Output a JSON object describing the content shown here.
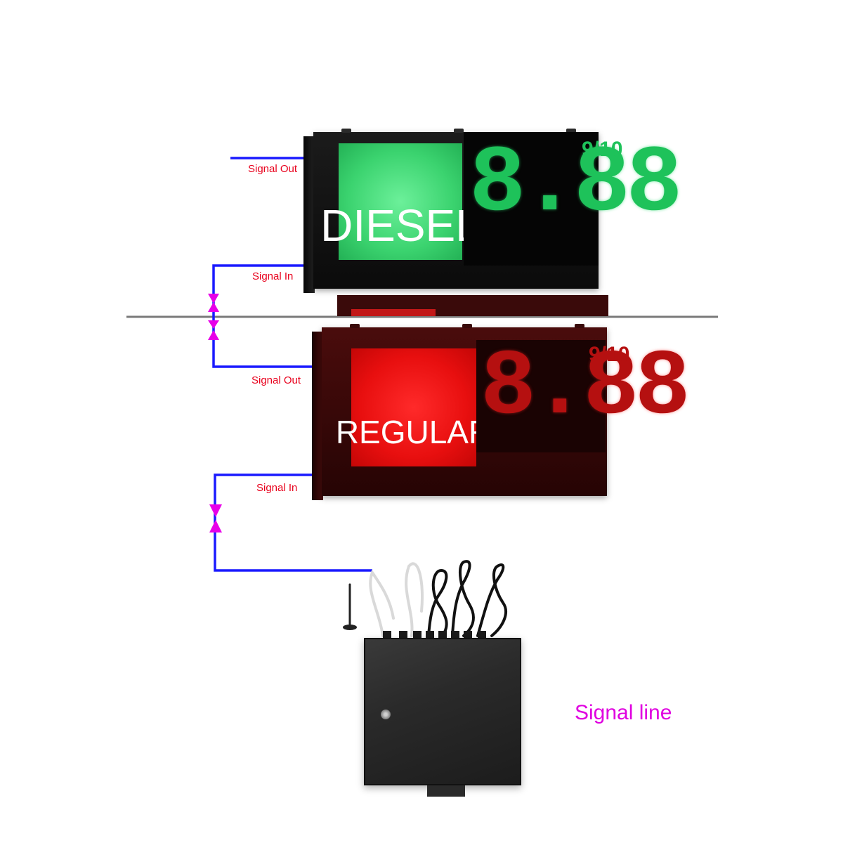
{
  "signs": {
    "diesel": {
      "label": "DIESEL",
      "price_digits": "8.88",
      "fraction": "9/10",
      "color": "#3bd36f"
    },
    "regular": {
      "label": "REGULAR",
      "price_digits": "8.88",
      "fraction": "9/10",
      "color": "#e80f0f"
    }
  },
  "connections": {
    "diesel_out": "Signal Out",
    "diesel_in": "Signal In",
    "regular_out": "Signal Out",
    "regular_in": "Signal In"
  },
  "legend": {
    "signal_line": "Signal line"
  },
  "colors": {
    "signal_wire": "#1a1aff",
    "arrow": "#e800e8",
    "caption": "#e8001c",
    "legend": "#e000e0"
  }
}
